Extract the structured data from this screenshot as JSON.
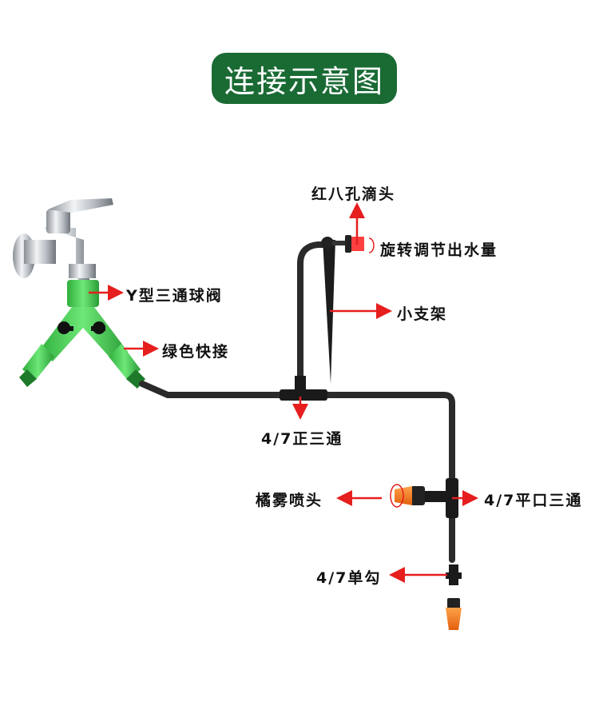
{
  "title": "连接示意图",
  "colors": {
    "title_bg": "#1a6a34",
    "arrow": "#e61e1e",
    "pipe": "#2a2a2a",
    "connector_green": "#3fcf4f",
    "nozzle_orange": "#f07a1e",
    "dripper_red": "#ff4040"
  },
  "labels": {
    "dripper": "红八孔滴头",
    "rotate": "旋转调节出水量",
    "y_valve": "Y型三通球阀",
    "quick_connector": "绿色快接",
    "stake": "小支架",
    "tee": "4/7正三通",
    "mist_nozzle": "橘雾喷头",
    "flat_tee": "4/7平口三通",
    "single_hook": "4/7单勾"
  }
}
